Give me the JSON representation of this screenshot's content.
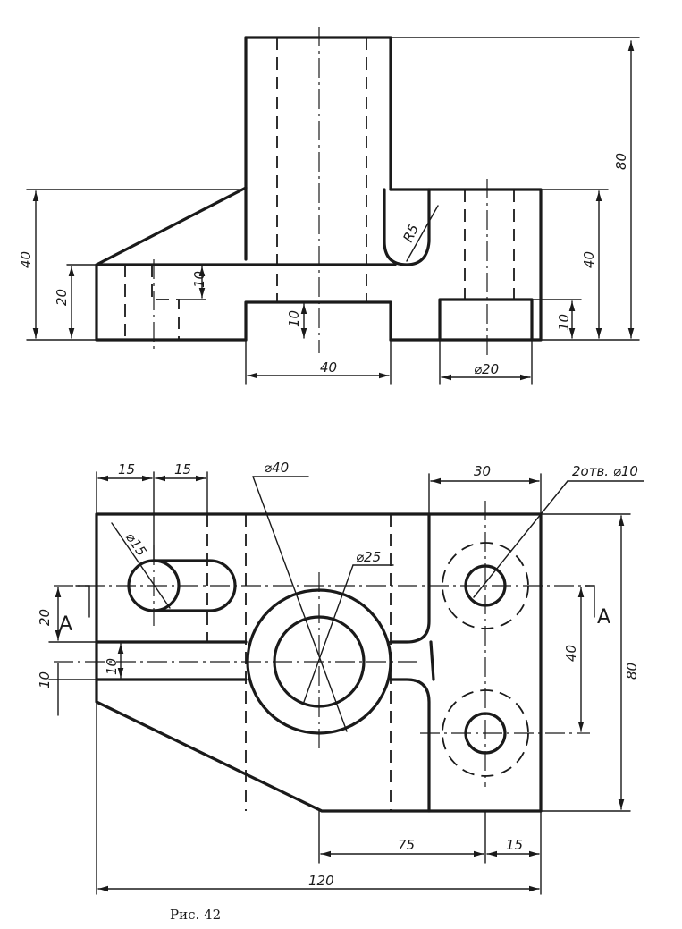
{
  "caption": "Рис. 42",
  "front_view": {
    "dims": {
      "overall_height": "80",
      "left_height": "40",
      "left_base": "20",
      "slot_depth": "10",
      "center_slot_height": "10",
      "center_slot_width": "40",
      "fillet": "R5",
      "right_height": "40",
      "right_base": "10",
      "hole_dia": "⌀20"
    }
  },
  "top_view": {
    "dims": {
      "top_left_1": "15",
      "top_left_2": "15",
      "boss_outer": "⌀40",
      "top_right": "30",
      "holes": "2отв. ⌀10",
      "slot_dia": "⌀15",
      "boss_inner": "⌀25",
      "left_20": "20",
      "left_10": "10",
      "groove": "10",
      "right_40": "40",
      "right_80": "80",
      "bottom_75": "75",
      "bottom_15": "15",
      "overall_120": "120"
    },
    "section_left": "A",
    "section_right": "A"
  }
}
